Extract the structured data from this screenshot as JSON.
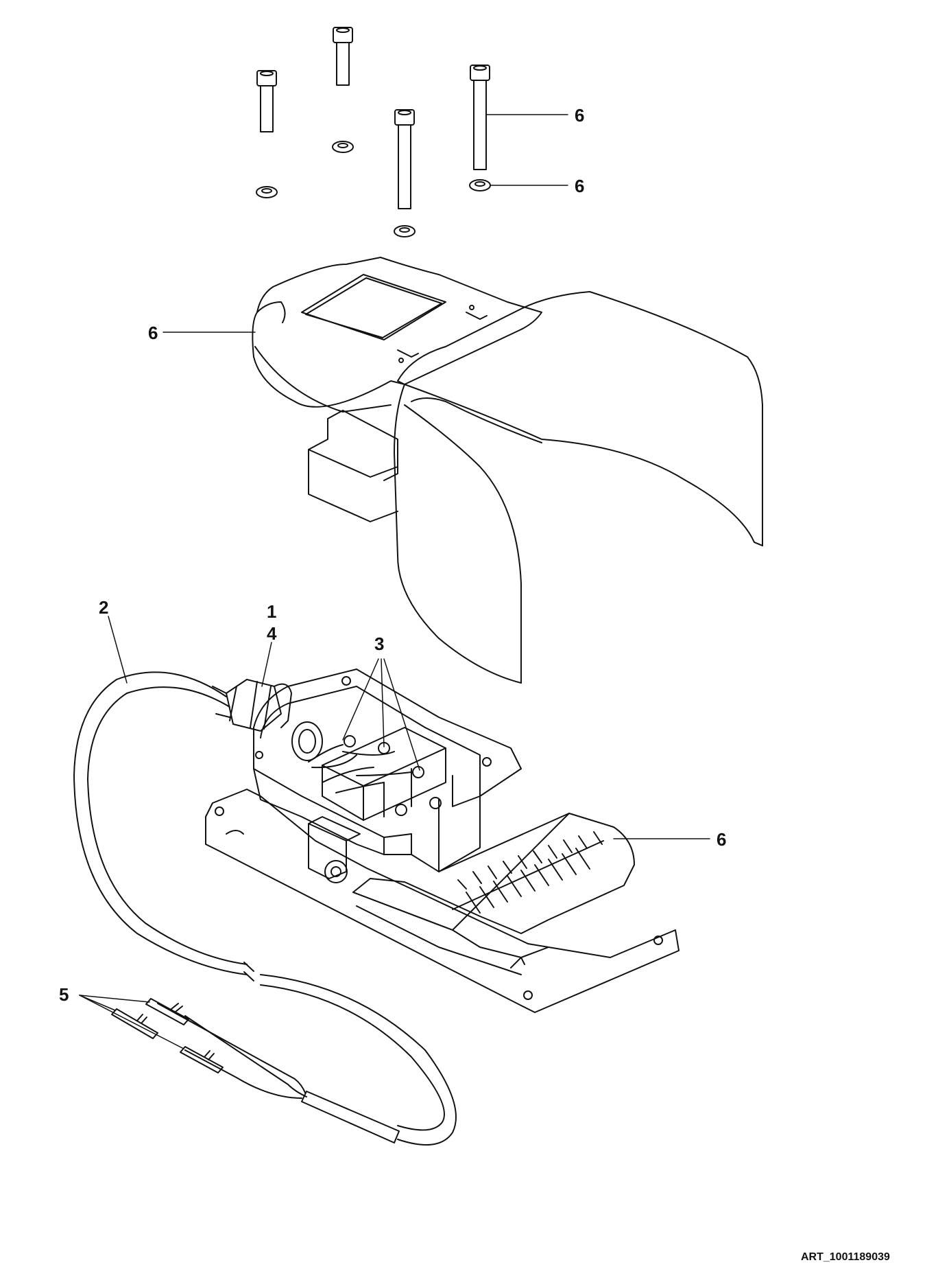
{
  "diagram": {
    "type": "exploded parts diagram",
    "callouts": {
      "screw_6": "6",
      "washer_6": "6",
      "cover_6": "6",
      "cable_2": "2",
      "gland_1": "1",
      "gland_4": "4",
      "switch_3": "3",
      "pedal_6": "6",
      "terminals_5": "5"
    },
    "art_reference": "ART_1001189039",
    "line_color": "#111111",
    "background_color": "#ffffff"
  }
}
